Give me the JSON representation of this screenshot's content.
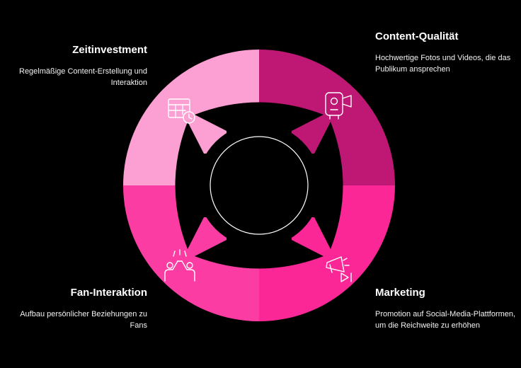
{
  "colors": {
    "background": "#000000",
    "top_left": "#fc9fd2",
    "top_right": "#bf1774",
    "bottom_left": "#fb3ca2",
    "bottom_right": "#fb2796",
    "outline": "#ffffff"
  },
  "segments": {
    "top_left": {
      "title": "Zeitinvestment",
      "description": "Regelmäßige Content-Erstellung und Interaktion",
      "icon": "calendar-clock-icon"
    },
    "top_right": {
      "title": "Content-Qualität",
      "description": "Hochwertige Fotos und Videos, die das Publikum ansprechen",
      "icon": "video-camera-icon"
    },
    "bottom_left": {
      "title": "Fan-Interaktion",
      "description": "Aufbau persönlicher Beziehungen zu Fans",
      "icon": "high-five-icon"
    },
    "bottom_right": {
      "title": "Marketing",
      "description": "Promotion auf Social-Media-Plattformen, um die Reichweite zu erhöhen",
      "icon": "megaphone-icon"
    }
  }
}
